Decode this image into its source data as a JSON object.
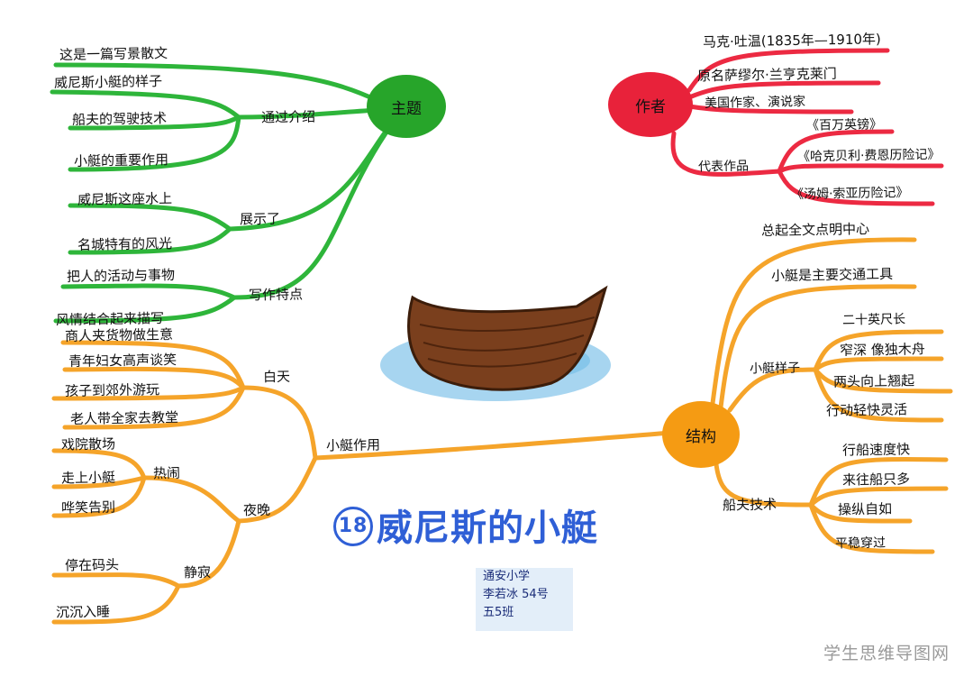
{
  "title": {
    "number": "18",
    "text": "威尼斯的小艇"
  },
  "credit": {
    "school": "通安小学",
    "student": "李若冰 54号",
    "class": "五5班"
  },
  "watermark": "学生思维导图网",
  "colors": {
    "theme": "#27a52a",
    "author": "#e8223a",
    "structure": "#f59b13",
    "title": "#2f5fd6"
  },
  "theme": {
    "center": "主题",
    "intro_branch": "通过介绍",
    "intro_items": [
      "威尼斯小艇的样子",
      "船夫的驾驶技术",
      "小艇的重要作用"
    ],
    "genre": "这是一篇写景散文",
    "show_branch": "展示了",
    "show_items": [
      "威尼斯这座水上",
      "名城特有的风光"
    ],
    "style_branch": "写作特点",
    "style_items": [
      "把人的活动与事物",
      "风情结合起来描写"
    ]
  },
  "author": {
    "center": "作者",
    "facts": [
      "马克·吐温(1835年—1910年)",
      "原名萨缪尔·兰亨克莱门",
      "美国作家、演说家"
    ],
    "works_branch": "代表作品",
    "works": [
      "《百万英镑》",
      "《哈克贝利·费恩历险记》",
      "《汤姆·索亚历险记》"
    ]
  },
  "structure": {
    "center": "结构",
    "summary": [
      "总起全文点明中心",
      "小艇是主要交通工具"
    ],
    "shape_branch": "小艇样子",
    "shape_items": [
      "二十英尺长",
      "窄深 像独木舟",
      "两头向上翘起",
      "行动轻快灵活"
    ],
    "skill_branch": "船夫技术",
    "skill_items": [
      "行船速度快",
      "来往船只多",
      "操纵自如",
      "平稳穿过"
    ]
  },
  "usage": {
    "branch": "小艇作用",
    "day_branch": "白天",
    "day_items": [
      "商人夹货物做生意",
      "青年妇女高声谈笑",
      "孩子到郊外游玩",
      "老人带全家去教堂"
    ],
    "night_branch": "夜晚",
    "lively_branch": "热闹",
    "lively_items": [
      "戏院散场",
      "走上小艇",
      "哗笑告别"
    ],
    "quiet_branch": "静寂",
    "quiet_items": [
      "停在码头",
      "沉沉入睡"
    ]
  }
}
